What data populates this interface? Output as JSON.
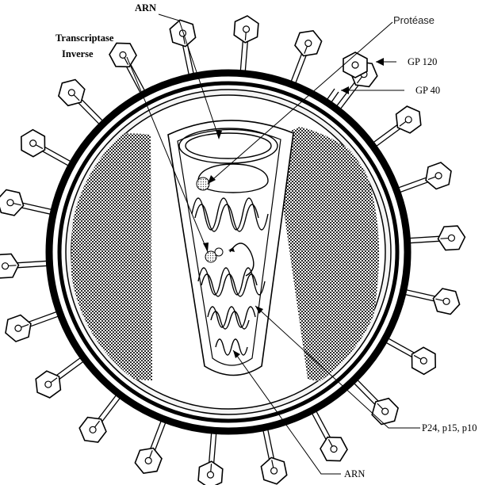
{
  "labels": {
    "arn_top": "ARN",
    "protease": "Protéase",
    "transcriptase_line1": "Transcriptase",
    "transcriptase_line2": "Inverse",
    "gp120": "GP 120",
    "gp40": "GP 40",
    "p24": "P24, p15, p10",
    "arn_bottom": "ARN"
  },
  "colors": {
    "stroke": "#000000",
    "hatch": "#2a2a2a",
    "background": "#ffffff"
  },
  "icons": {
    "glycoprotein": "hexagon-spike-icon",
    "enzyme": "dotted-circle-icon"
  }
}
